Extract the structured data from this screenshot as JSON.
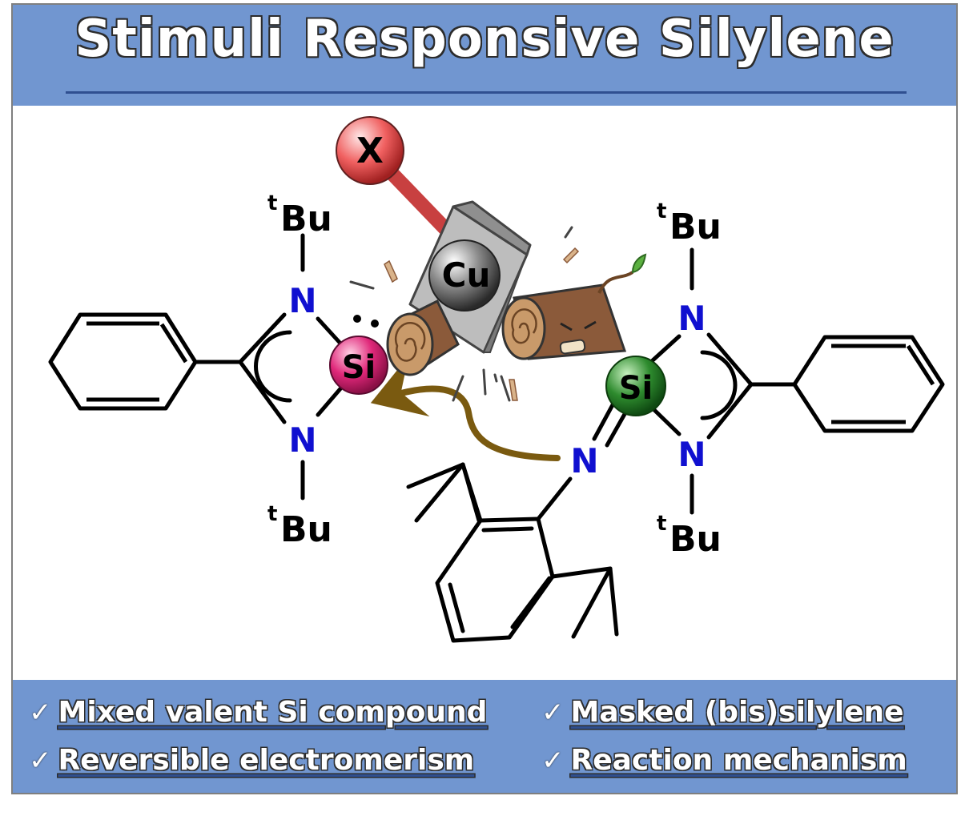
{
  "header": {
    "title": "Stimuli Responsive Silylene"
  },
  "scheme": {
    "tbu_prefix": "t",
    "tbu_suffix": "Bu",
    "n_label": "N",
    "si_label": "Si",
    "cu_label": "Cu",
    "x_label": "X",
    "colors": {
      "nitrogen": "#1010d0",
      "si_left": "#e0287a",
      "si_right": "#2e8b2e",
      "cu": "#555555",
      "x": "#f06060",
      "arrow": "#7a5a10",
      "bond": "#000000"
    }
  },
  "highlights": [
    {
      "check": "✓",
      "text": "Mixed valent Si compound"
    },
    {
      "check": "✓",
      "text": "Masked (bis)silylene"
    },
    {
      "check": "✓",
      "text": "Reversible electromerism"
    },
    {
      "check": "✓",
      "text": "Reaction mechanism"
    }
  ]
}
